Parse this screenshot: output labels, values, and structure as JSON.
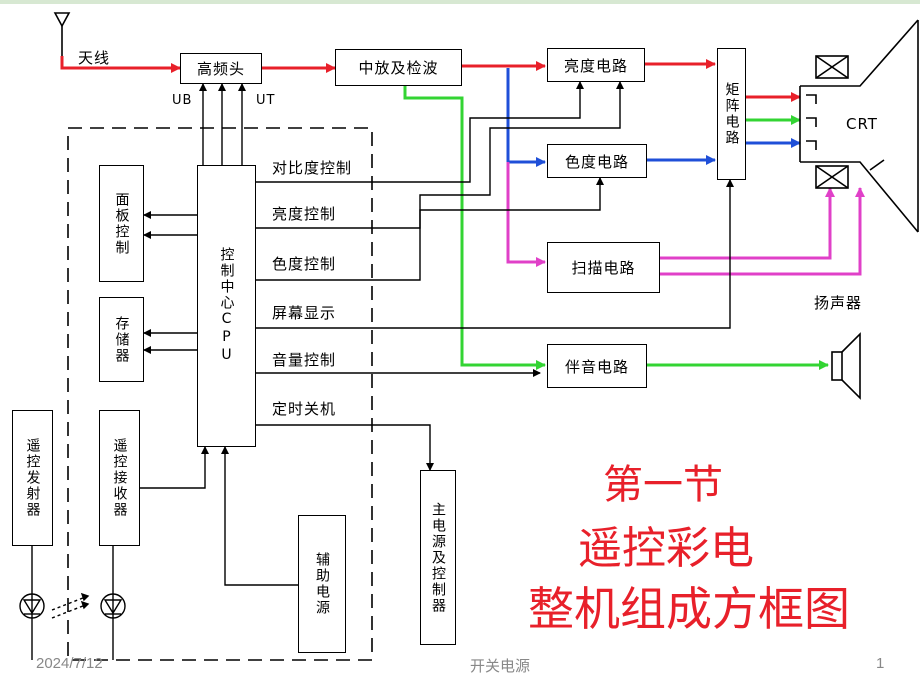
{
  "labels": {
    "antenna": "天线",
    "ub": "UB",
    "ut": "UT",
    "speaker": "扬声器",
    "crt": "CRT"
  },
  "boxes": {
    "tuner": "高频头",
    "if_detector": "中放及检波",
    "luma_circuit": "亮度电路",
    "matrix_circuit": "矩阵电路",
    "chroma_circuit": "色度电路",
    "scan_circuit": "扫描电路",
    "sound_circuit": "伴音电路",
    "panel_control": "面板控制",
    "memory": "存储器",
    "cpu": "控制中心CPU",
    "remote_transmitter": "遥控发射器",
    "remote_receiver": "遥控接收器",
    "aux_power": "辅助电源",
    "main_power": "主电源及控制器"
  },
  "control_lines": [
    "对比度控制",
    "亮度控制",
    "色度控制",
    "屏幕显示",
    "音量控制",
    "定时关机"
  ],
  "title": {
    "line1": "第一节",
    "line2": "遥控彩电",
    "line3": "整机组成方框图"
  },
  "footer": {
    "date": "2024/7/12",
    "center": "开关电源",
    "page": "1"
  },
  "colors": {
    "video_path": "#e8202a",
    "sound_path": "#33d433",
    "chroma_path": "#1f4fd8",
    "scan_path": "#e040c8",
    "title": "#e8202a"
  }
}
